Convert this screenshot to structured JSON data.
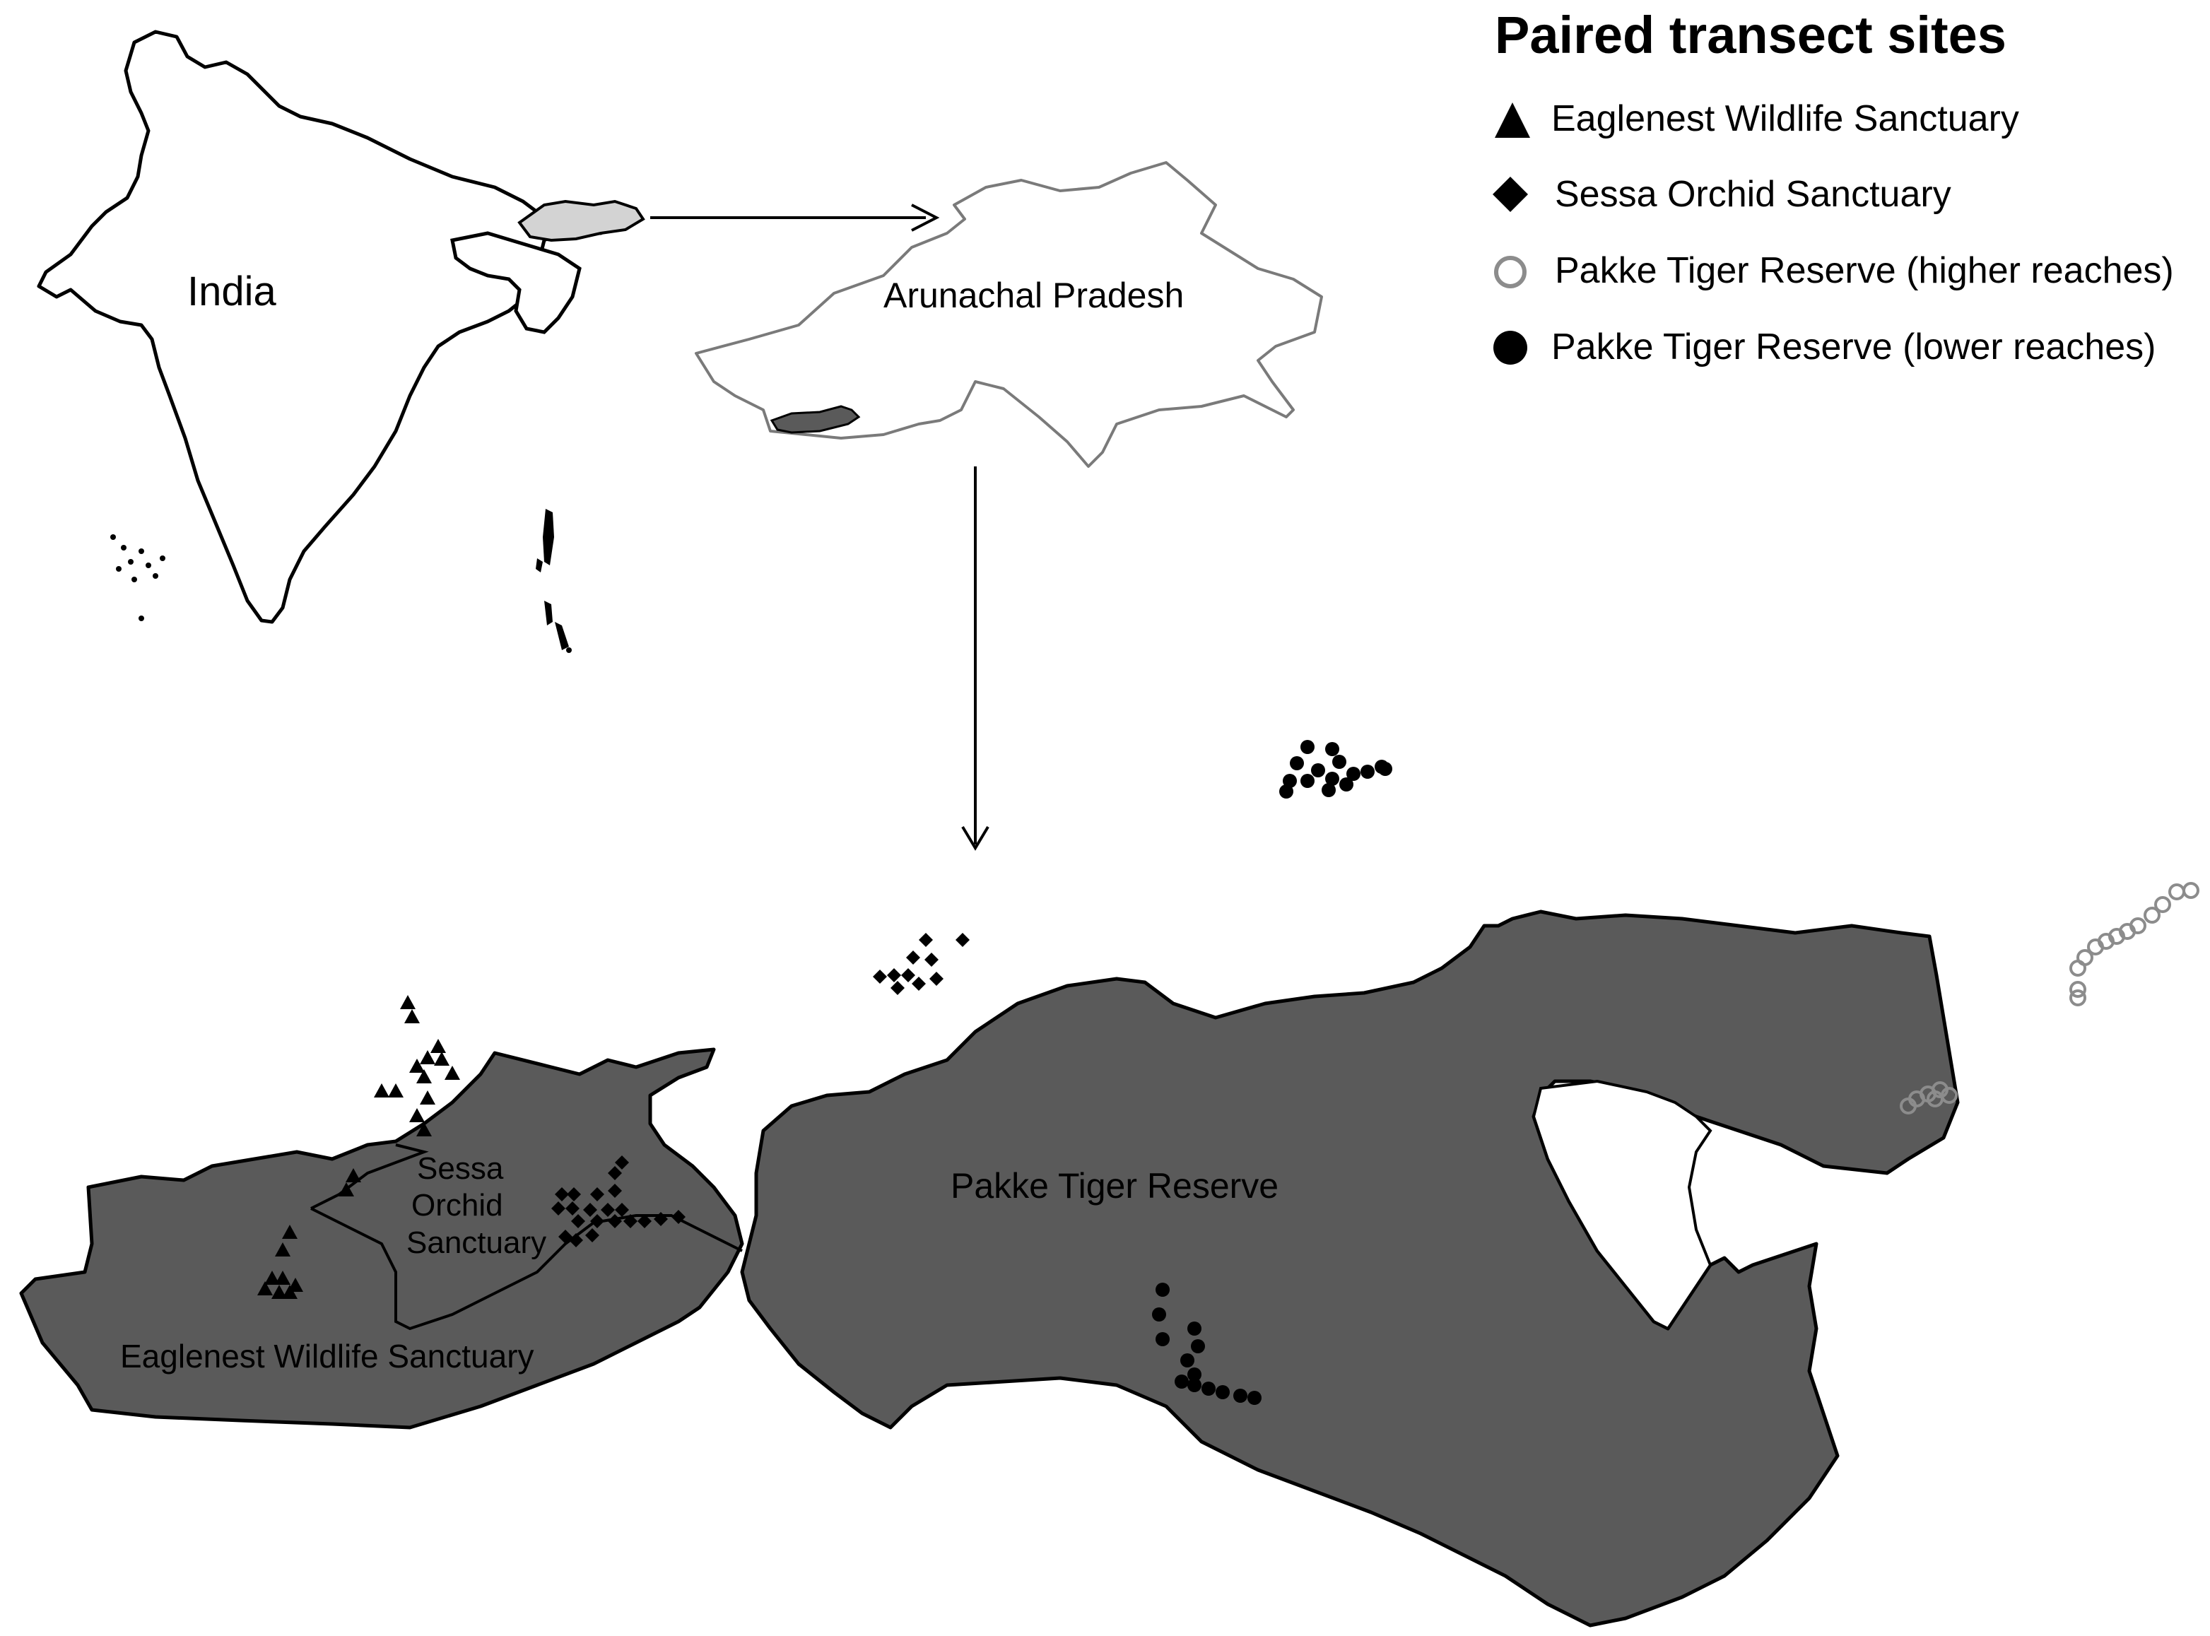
{
  "legend": {
    "title": "Paired transect sites",
    "items": [
      {
        "label": "Eaglenest Wildlife Sanctuary",
        "symbol": "filled-triangle"
      },
      {
        "label": "Sessa Orchid Sanctuary",
        "symbol": "filled-diamond"
      },
      {
        "label": "Pakke Tiger Reserve (higher reaches)",
        "symbol": "hollow-circle"
      },
      {
        "label": "Pakke Tiger Reserve (lower reaches)",
        "symbol": "filled-circle"
      }
    ]
  },
  "labels": {
    "india": "India",
    "arunachal": "Arunachal Pradesh",
    "pakke": "Pakke Tiger Reserve",
    "sessa_line1": "Sessa",
    "sessa_line2": "Orchid",
    "sessa_line3": "Sanctuary",
    "eaglenest": "Eaglenest Wildlife  Sanctuary"
  },
  "colors": {
    "reserve_fill": "#5a5a5a",
    "highlight_fill": "#d3d3d3",
    "outline": "#000000",
    "hollow_marker": "#8c8c8c"
  }
}
